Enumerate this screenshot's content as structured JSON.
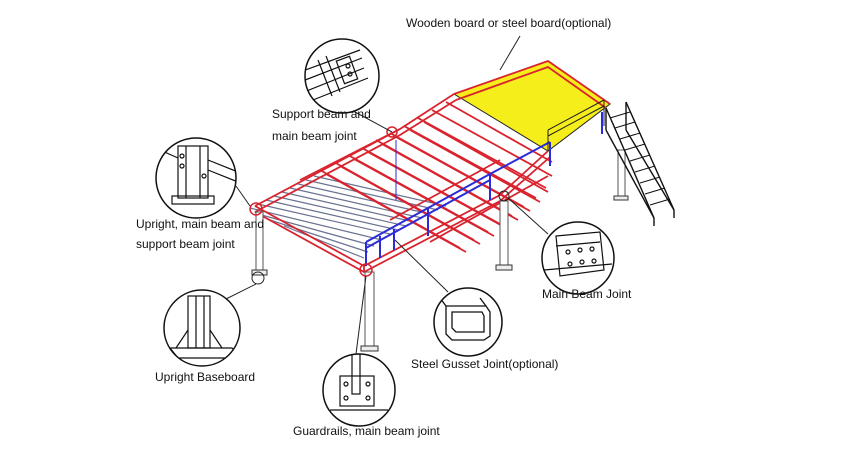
{
  "colors": {
    "main_beam": "#d9232e",
    "blue_frame": "#2b2bd9",
    "deck_yellow": "#f5ee1a",
    "outline": "#111111",
    "leader": "#222222"
  },
  "labels": {
    "deck_board": "Wooden board or steel board(optional)",
    "support_beam_joint": [
      "Support beam and",
      "main beam joint"
    ],
    "upright_joint": [
      "Upright, main beam and",
      "support beam joint"
    ],
    "main_beam_joint": "Main Beam Joint",
    "upright_baseboard": "Upright Baseboard",
    "steel_gusset": "Steel Gusset Joint(optional)",
    "guardrail_joint": "Guardrails, main beam joint"
  },
  "icons": {
    "detail_magnifier": "magnifier-circle-icon",
    "staircase": "staircase-icon"
  }
}
